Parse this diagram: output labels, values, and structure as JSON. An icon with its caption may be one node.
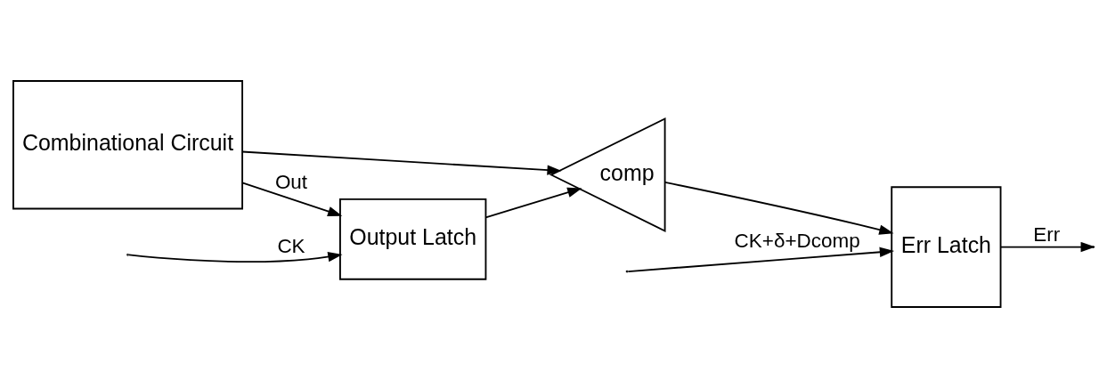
{
  "diagram": {
    "nodes": [
      {
        "text": [
          "Combinational Circuit"
        ]
      },
      {
        "text": [
          "Output Latch"
        ]
      },
      {
        "text": [
          "comp"
        ]
      },
      {
        "text": [
          "Err Latch"
        ]
      }
    ],
    "edges": [
      {
        "from": null,
        "to": 1,
        "arrow": "to",
        "label": "CK"
      },
      {
        "from": 0,
        "to": 1,
        "arrow": "to",
        "label": "Out"
      },
      {
        "from": 0,
        "to": 2,
        "arrow": "to"
      },
      {
        "from": 1,
        "to": 2,
        "arrow": "to"
      },
      {
        "from": 2,
        "to": 3,
        "arrow": "to"
      },
      {
        "from": null,
        "to": 3,
        "arrow": "to",
        "label": "CK+δ+Dcomp"
      },
      {
        "from": 3,
        "to": null,
        "arrow": "to",
        "label": "Err"
      }
    ]
  }
}
